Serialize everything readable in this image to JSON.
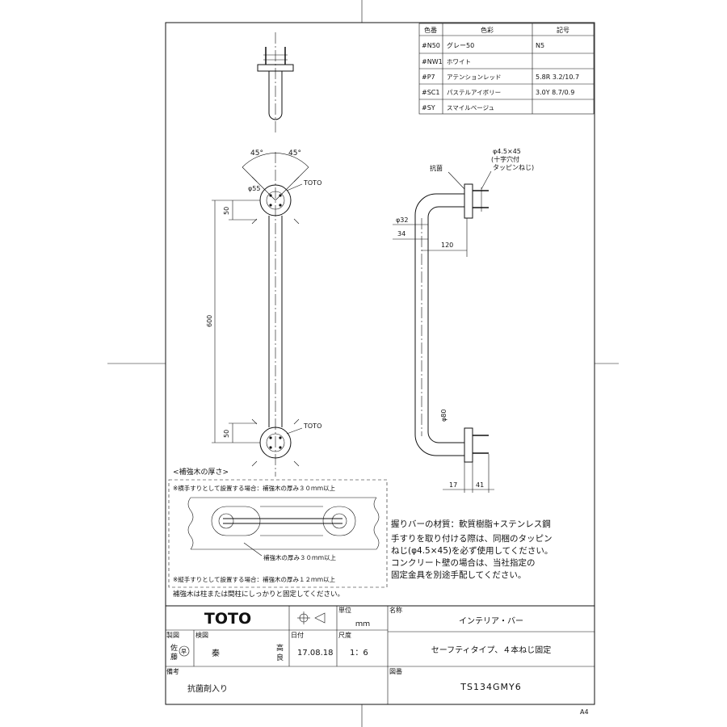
{
  "color_table": {
    "headers": [
      "色番",
      "色彩",
      "記号"
    ],
    "rows": [
      [
        "#N50",
        "グレー50",
        "N5"
      ],
      [
        "#NW1",
        "ホワイト",
        ""
      ],
      [
        "#P7",
        "アテンションレッド",
        "5.8R 3.2/10.7"
      ],
      [
        "#SC1",
        "パステルアイボリー",
        "3.0Y 8.7/0.9"
      ],
      [
        "#SY",
        "スマイルベージュ",
        ""
      ]
    ]
  },
  "front_view": {
    "angle_left": "45°",
    "angle_right": "45°",
    "dim_top_offset": "50",
    "dim_length": "600",
    "dim_bottom_offset": "50",
    "dim_flange": "φ55",
    "logo_top": "TOTO",
    "logo_bottom": "TOTO"
  },
  "side_view": {
    "screw_note_1": "φ4.5×45",
    "screw_note_2": "(十字穴付",
    "screw_note_3": "タッピンねじ)",
    "antibacterial": "抗菌",
    "dim_pipe": "φ32",
    "dim_34": "34",
    "dim_120": "120",
    "dim_flange": "φ80",
    "dim_17": "17",
    "dim_41": "41"
  },
  "reinforcement": {
    "title": "<補強木の厚さ>",
    "horizontal_note": "※横手すりとして設置する場合：補強木の厚み３０ｍｍ以上",
    "thickness_label": "補強木の厚み３０ｍｍ以上",
    "vertical_note": "※縦手すりとして設置する場合：補強木の厚み１２ｍｍ以上",
    "fix_note": "補強木は柱または間柱にしっかりと固定してください。"
  },
  "notes": {
    "material": "握りバーの材質：軟質樹脂+ステンレス鋼",
    "install_1": "手すりを取り付ける際は、同梱のタッピン",
    "install_2": "ねじ(φ4.5×45)を必ず使用してください。",
    "install_3": "コンクリート壁の場合は、当社指定の",
    "install_4": "固定金具を別途手配してください。"
  },
  "title_block": {
    "logo": "TOTO",
    "unit_label": "単位",
    "unit_value": "ｍｍ",
    "name_label": "名称",
    "name_value": "インテリア・バー",
    "drawn_label": "製図",
    "drawn_value_1": "佐",
    "drawn_value_2": "藤",
    "drawn_mark": "早",
    "check_label": "検図",
    "check_value": "秦",
    "check_value_2": "高",
    "check_value_3": "良",
    "date_label": "日付",
    "date_value": "17.08.18",
    "scale_label": "尺度",
    "scale_value": "1：6",
    "subtitle": "セーフティタイプ、４本ねじ固定",
    "remarks_label": "備考",
    "remarks_value": "抗菌剤入り",
    "drawing_no_label": "図番",
    "drawing_no_value": "TS134GMY6",
    "paper_size": "A4"
  }
}
